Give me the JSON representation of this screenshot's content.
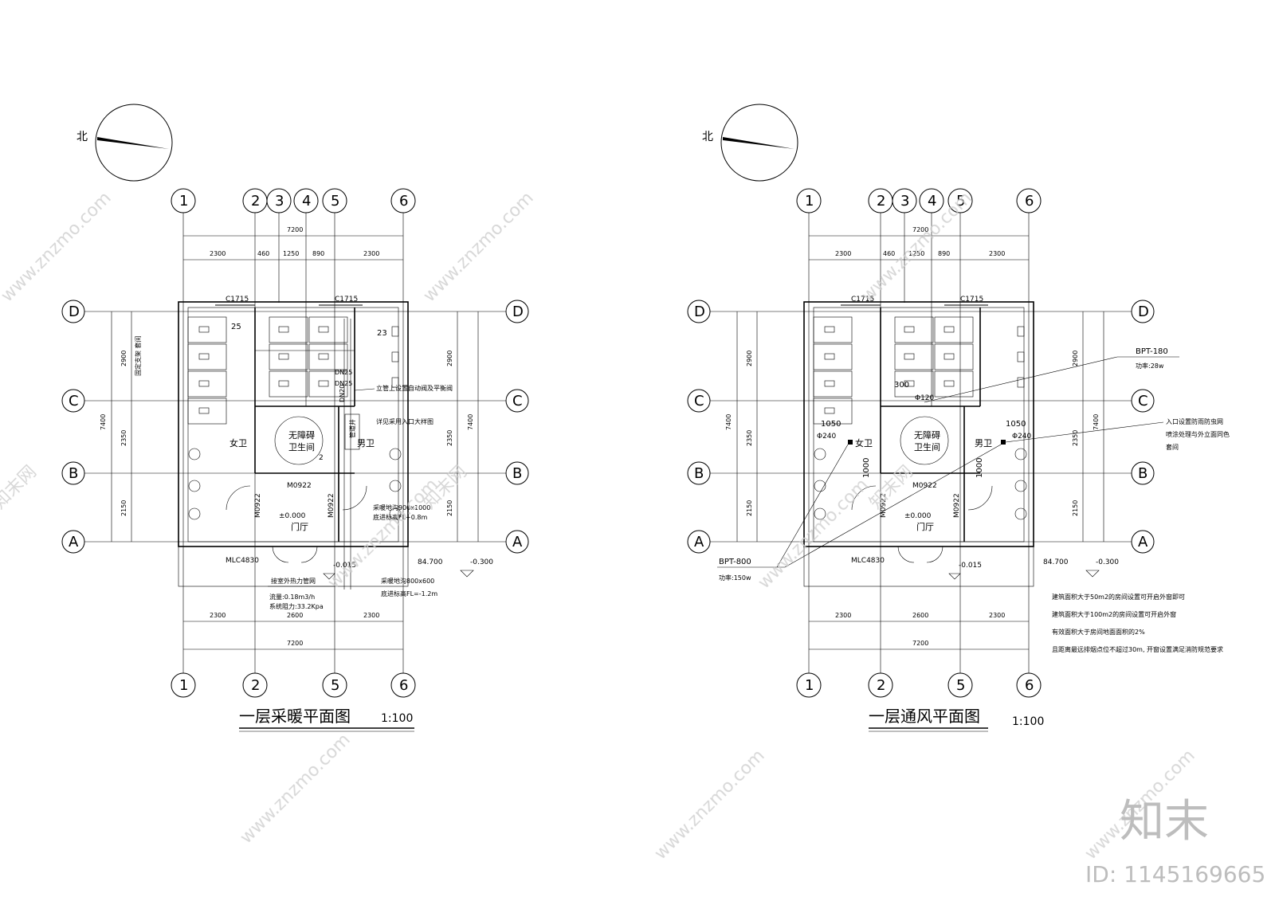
{
  "north_label": "北",
  "axis_labels": [
    "1",
    "2",
    "3",
    "4",
    "5",
    "6"
  ],
  "row_labels": [
    "D",
    "C",
    "B",
    "A"
  ],
  "dims": {
    "total": "7200",
    "seg_2300": "2300",
    "seg_460": "460",
    "seg_1250": "1250",
    "seg_890": "890",
    "seg_2600": "2600",
    "side_total": "7400",
    "side_2900": "2900",
    "side_2350": "2350",
    "side_2150": "2150"
  },
  "common": {
    "window_c1715": "C1715",
    "room_female": "女卫",
    "room_male": "男卫",
    "room_access_1": "无障碍",
    "room_access_2": "卫生间",
    "room_hall": "门厅",
    "door_m0922": "M0922",
    "door_mlc": "MLC4830",
    "elev_zero": "±0.000",
    "elev_015": "-0.015",
    "elev_847": "84.700",
    "elev_030": "-0.300",
    "scale": "1:100"
  },
  "left": {
    "title": "一层采暖平面图",
    "n25": "25",
    "n23": "23",
    "n2": "2",
    "note_support": "固定支架 套间",
    "note_dn25a": "DN25",
    "note_dn25b": "DN25",
    "note_dn20": "DN20",
    "note_riser": "立管上设置自动阀及平衡阀",
    "note_detail": "详见采用入口大样图",
    "note_rad1": "采暖地沟900x1000",
    "note_rad1b": "底进标高FL+0.8m",
    "note_outdoor": "接室外热力管网",
    "note_flow": "流量:0.18m3/h",
    "note_resist": "系统阻力:33.2Kpa",
    "note_rad2": "采暖地沟800x600",
    "note_rad2b": "底进标高FL=-1.2m",
    "box_label": "管道井"
  },
  "right": {
    "title": "一层通风平面图",
    "fan1": "BPT-180",
    "fan1_power": "功率:28w",
    "fan2": "BPT-800",
    "fan2_power": "功率:150w",
    "d300": "300",
    "phi120": "Φ120",
    "phi240a": "Φ240",
    "phi240b": "Φ240",
    "d1050a": "1050",
    "d1050b": "1050",
    "d1000a": "1000",
    "d1000b": "1000",
    "inlet_1": "入口设置防雨防虫网",
    "inlet_2": "喷涂处理与外立面同色",
    "inlet_3": "套间",
    "note1": "建筑面积大于50m2的房间设置可开启外窗即可",
    "note2": "建筑面积大于100m2的房间设置可开启外窗",
    "note3": "有效面积大于房间地面面积的2%",
    "note4": "且距离最远排烟点位不超过30m, 开窗设置满足消防规范要求"
  },
  "watermark": {
    "site": "www.znzmo.com",
    "brand": "知末网",
    "logo": "知末",
    "id": "ID: 1145169665"
  }
}
